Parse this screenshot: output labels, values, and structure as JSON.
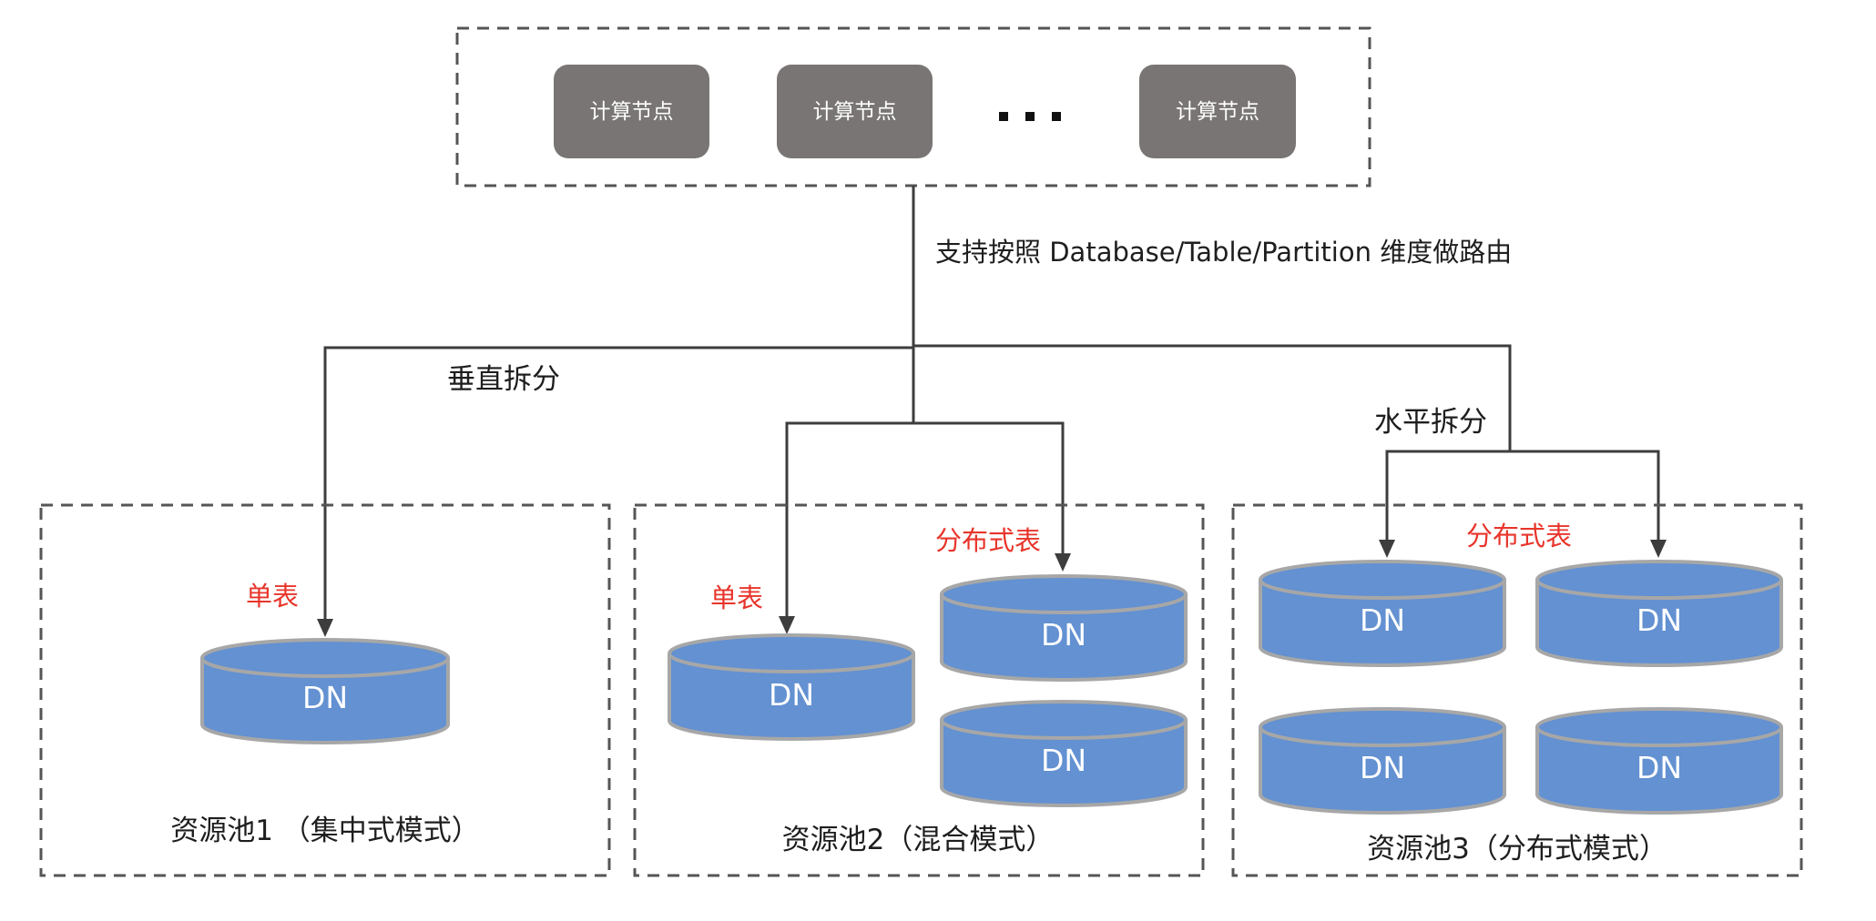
{
  "compute_nodes": [
    {
      "label": "计算节点"
    },
    {
      "label": "计算节点"
    },
    {
      "label": "计算节点"
    }
  ],
  "ellipsis": "...",
  "route_label": "支持按照 Database/Table/Partition 维度做路由",
  "vertical_split_label": "垂直拆分",
  "horizontal_split_label": "水平拆分",
  "pools": [
    {
      "name": "资源池1 （集中式模式）",
      "table_labels": [
        "单表"
      ],
      "dn_nodes": [
        "DN"
      ]
    },
    {
      "name": "资源池2（混合模式）",
      "table_labels": [
        "单表",
        "分布式表"
      ],
      "dn_nodes": [
        "DN",
        "DN",
        "DN"
      ]
    },
    {
      "name": "资源池3（分布式模式）",
      "table_labels": [
        "分布式表"
      ],
      "dn_nodes": [
        "DN",
        "DN",
        "DN",
        "DN"
      ]
    }
  ],
  "colors": {
    "compute_node_fill": "#797574",
    "dn_fill": "#6391d1",
    "dn_stroke": "#a7a7a7",
    "table_label": "#e8352b",
    "connector": "#3d3d3d",
    "dashed_border": "#555555"
  }
}
